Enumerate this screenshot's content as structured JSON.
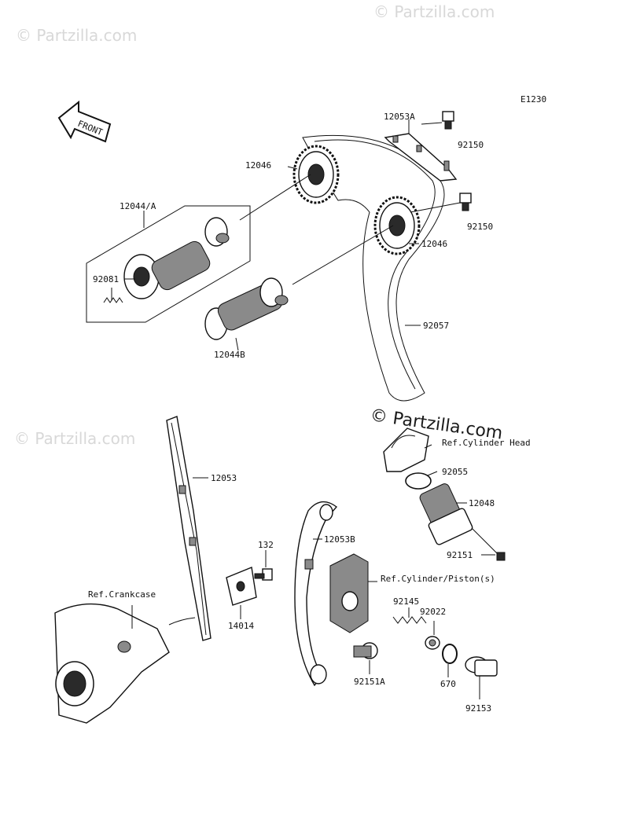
{
  "diagram_code": "E1230",
  "front_label": "FRONT",
  "watermarks": {
    "top_left": "© Partzilla.com",
    "top_right": "© Partzilla.com",
    "mid_left": "© Partzilla.com",
    "center": "© Partzilla.com"
  },
  "labels": {
    "p12053A": "12053A",
    "p92150a": "92150",
    "p12046a": "12046",
    "p12044A": "12044/A",
    "p92150b": "92150",
    "p12046b": "12046",
    "p92081": "92081",
    "p92057": "92057",
    "p12044B": "12044B",
    "ref_cyl_head": "Ref.Cylinder Head",
    "p12053": "12053",
    "p92055": "92055",
    "p12048": "12048",
    "p132": "132",
    "p12053B": "12053B",
    "p92151": "92151",
    "ref_cyl_piston": "Ref.Cylinder/Piston(s)",
    "ref_crankcase": "Ref.Crankcase",
    "p92145": "92145",
    "p92022": "92022",
    "p14014": "14014",
    "p670": "670",
    "p92151A": "92151A",
    "p92153": "92153"
  }
}
